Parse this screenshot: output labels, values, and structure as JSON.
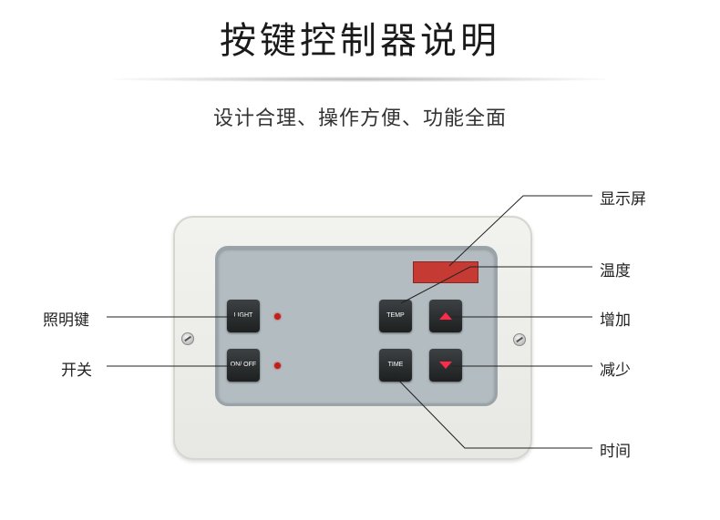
{
  "header": {
    "title": "按键控制器说明",
    "subtitle": "设计合理、操作方便、功能全面"
  },
  "controller": {
    "keys": {
      "light": "LIGHT",
      "onoff": "ON/ OFF",
      "temp": "TEMP",
      "time": "TIME"
    }
  },
  "callouts": {
    "display": "显示屏",
    "temperature": "温度",
    "increase": "增加",
    "decrease": "减少",
    "time": "时间",
    "light_key": "照明键",
    "power": "开关"
  }
}
